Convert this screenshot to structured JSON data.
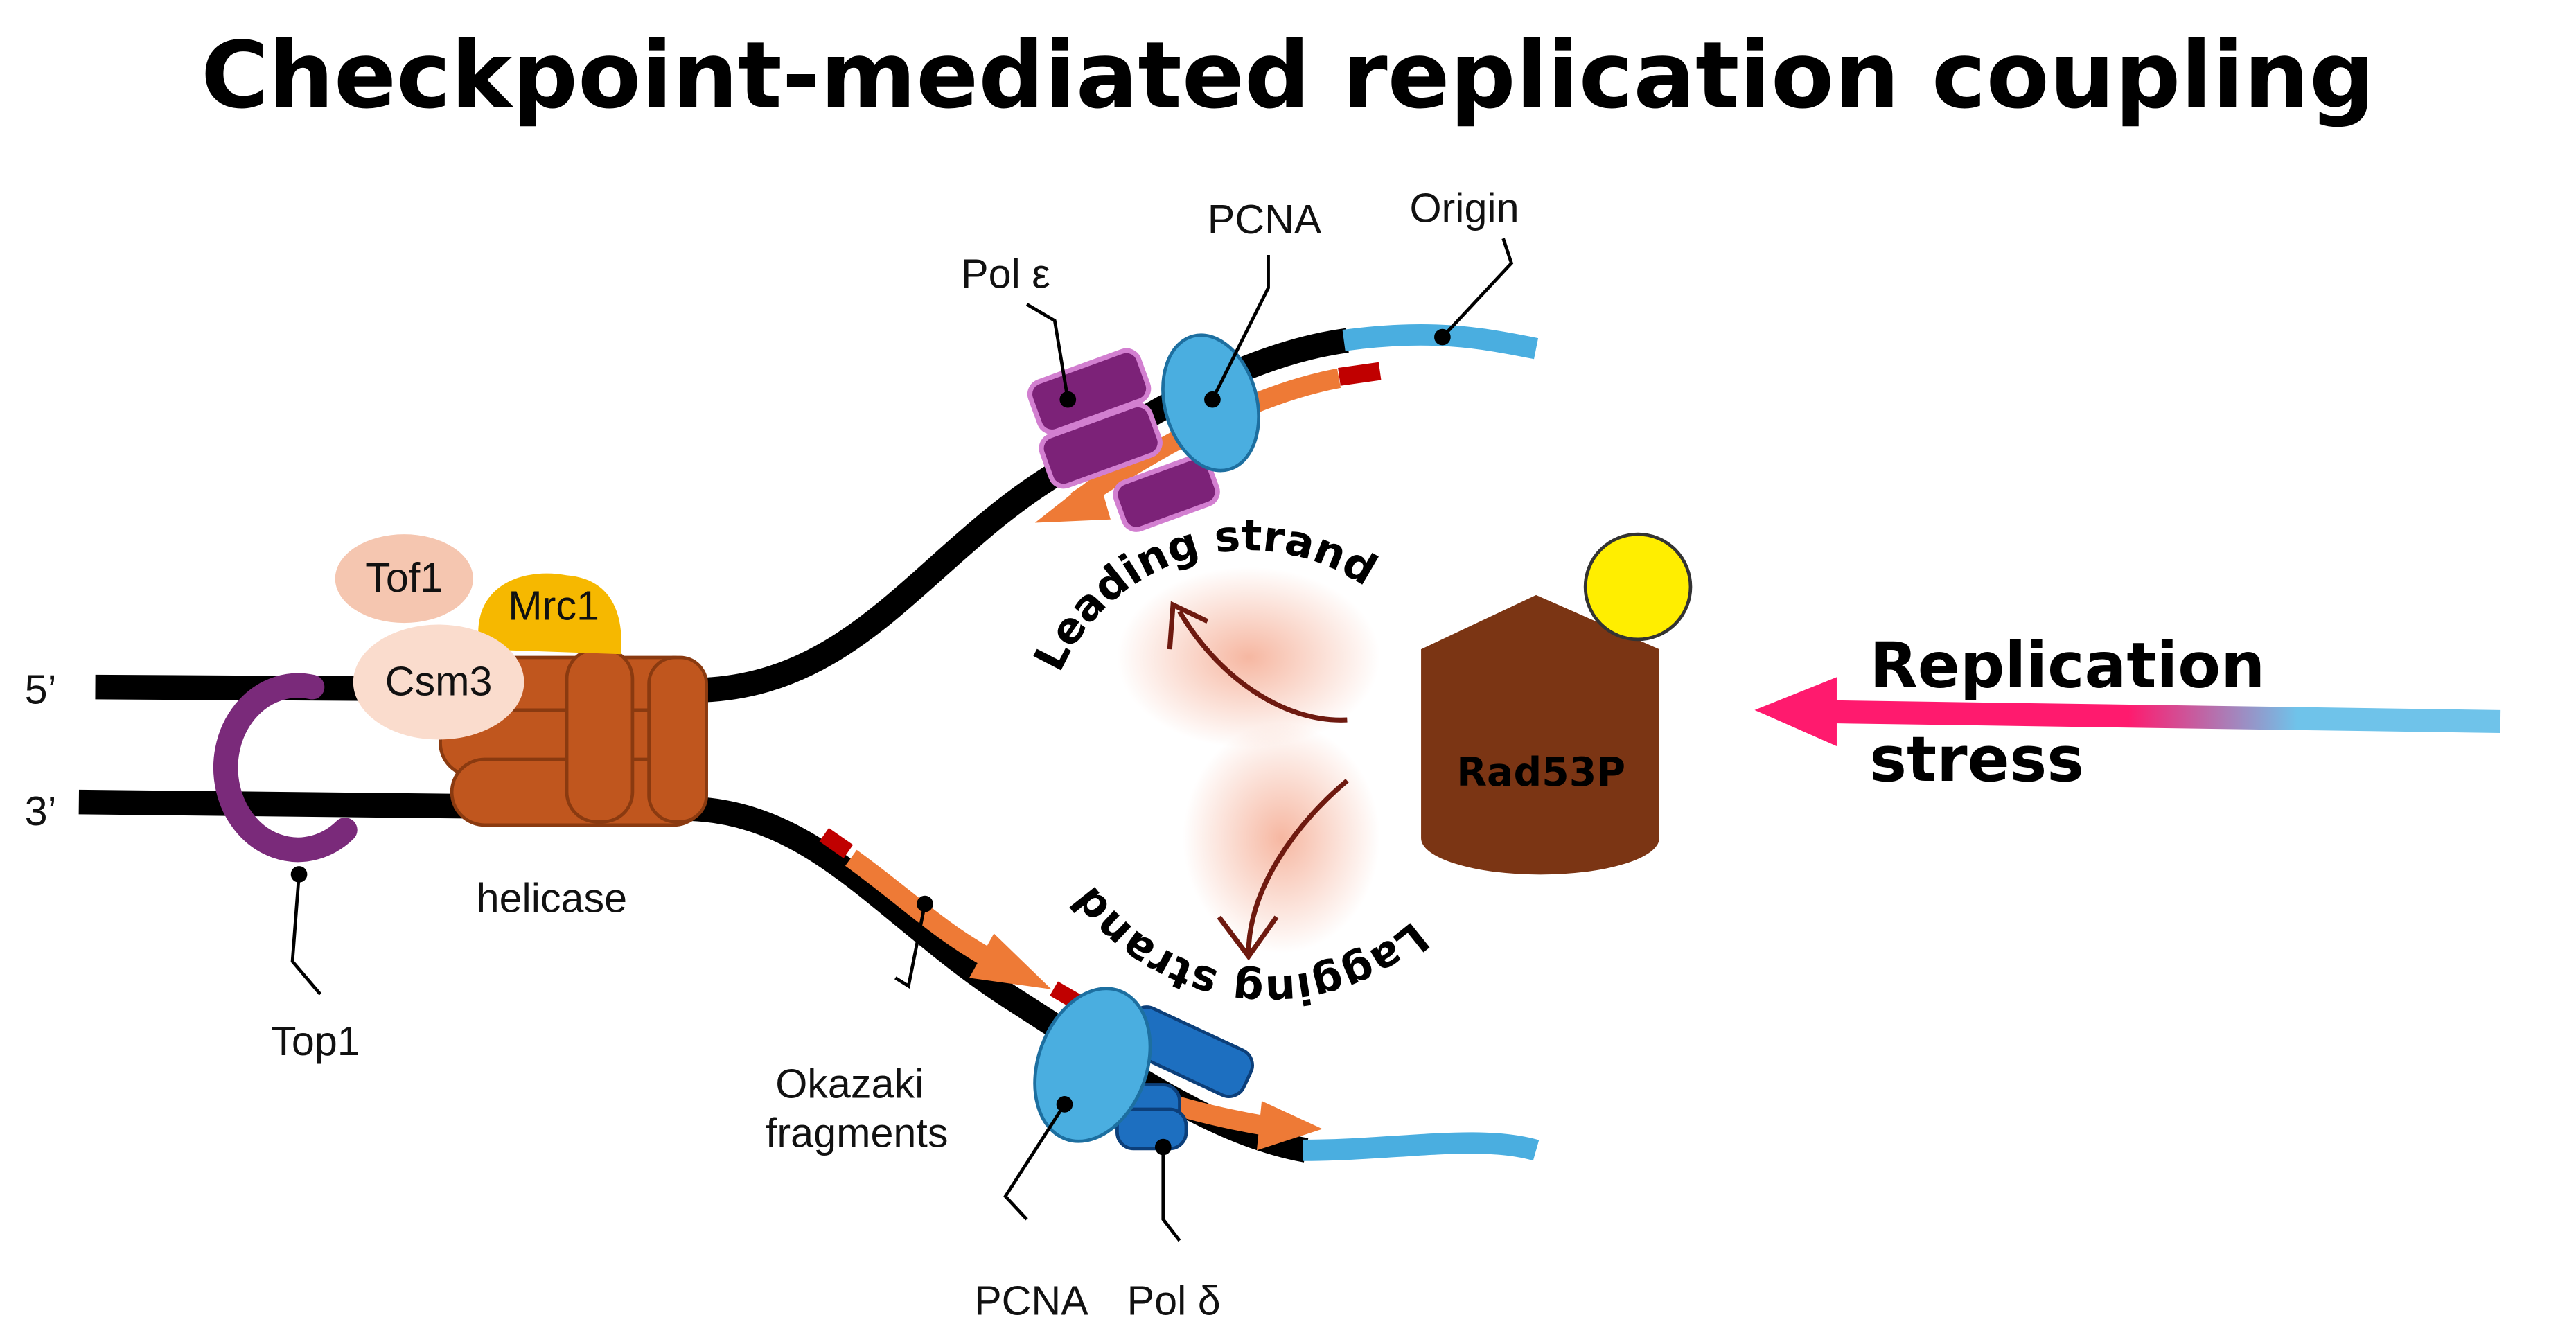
{
  "title": "Checkpoint-mediated replication coupling",
  "labels": {
    "five_prime": "5’",
    "three_prime": "3’",
    "top1": "Top1",
    "helicase": "helicase",
    "tof1": "Tof1",
    "csm3": "Csm3",
    "mrc1": "Mrc1",
    "pol_epsilon": "Pol ε",
    "pcna_top": "PCNA",
    "origin": "Origin",
    "leading_strand": "Leading strand",
    "lagging_strand": "Lagging strand",
    "okazaki_line1": "Okazaki",
    "okazaki_line2": "fragments",
    "pcna_bottom": "PCNA",
    "pol_delta": "Pol δ",
    "rad53p": "Rad53P",
    "stress_line1": "Replication",
    "stress_line2": "stress"
  },
  "colors": {
    "dna": "#000000",
    "origin_dna": "#4aaee0",
    "top1": "#7a2a7a",
    "helicase": "#c0561e",
    "tof1": "#f5c6b0",
    "csm3": "#fadccd",
    "mrc1": "#f6b800",
    "pol_epsilon": "#7c2278",
    "pcna": "#4aaee0",
    "pol_delta": "#1d6fc0",
    "new_strand": "#ee7a36",
    "primer": "#c00000",
    "rad53": "#7b3514",
    "phospho": "#ffee00",
    "signal_arrow": "#6e1a10",
    "stress_arrow_start": "#ff1a6e",
    "stress_arrow_end": "#6fc3ea"
  }
}
